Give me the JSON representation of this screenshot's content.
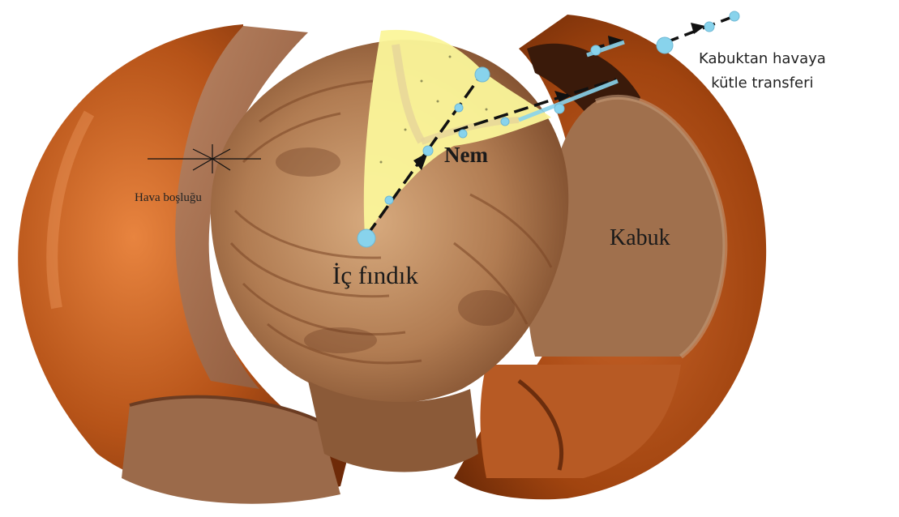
{
  "labels": {
    "moisture": "Nem",
    "shell": "Kabuk",
    "kernel": "İç fındık",
    "air_gap": "Hava boşluğu",
    "mass_transfer_line1": "Kabuktan havaya",
    "mass_transfer_line2": "kütle transferi"
  },
  "colors": {
    "background": "#ffffff",
    "shell_outer": "#b4511a",
    "shell_highlight": "#e3803e",
    "shell_inner": "#9a6646",
    "kernel": "#a56f4a",
    "moisture_region": "#fbf59a",
    "droplet": "#88d3ec",
    "arrow": "#111111"
  },
  "icons": [
    "droplet-icon",
    "arrow-icon"
  ]
}
